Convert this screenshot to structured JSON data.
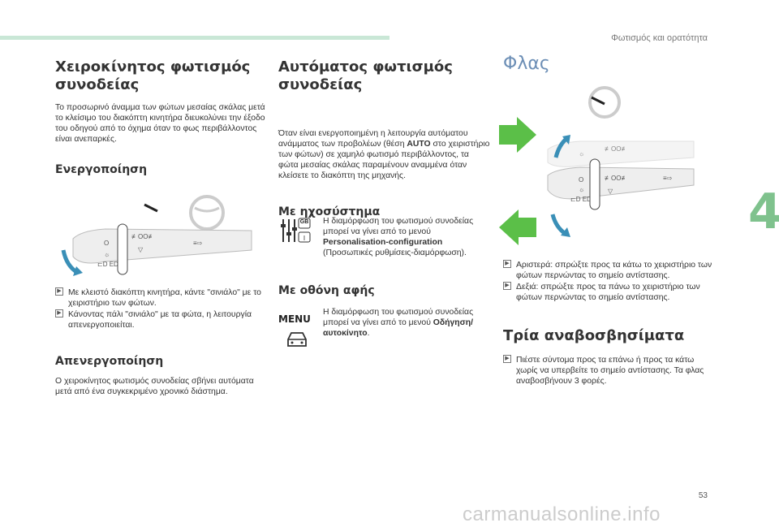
{
  "header": {
    "section_title": "Φωτισμός και ορατότητα"
  },
  "chapter_tab": "4",
  "page_number": "53",
  "watermark": "carmanualsonline.info",
  "col1": {
    "title": "Χειροκίνητος φωτισμός συνοδείας",
    "intro": "Το προσωρινό άναμμα των φώτων μεσαίας σκάλας μετά το κλείσιμο του διακόπτη κινητήρα διευκολύνει την έξοδο του οδηγού από το όχημα όταν το φως περιβάλλοντος είναι ανεπαρκές.",
    "activation_title": "Ενεργοποίηση",
    "bullets": [
      "Με κλειστό διακόπτη κινητήρα, κάντε \"σινιάλο\" με το χειριστήριο των φώτων.",
      "Κάνοντας πάλι \"σινιάλο\" με τα φώτα, η λειτουργία απενεργοποιείται."
    ],
    "deactivation_title": "Απενεργοποίηση",
    "deactivation_text": "Ο χειροκίνητος φωτισμός συνοδείας σβήνει αυτόματα μετά από ένα συγκεκριμένο χρονικό διάστημα."
  },
  "col2": {
    "title": "Αυτόματος φωτισμός συνοδείας",
    "intro_pre": "Όταν είναι ενεργοποιημένη η λειτουργία αυτόματου ανάμματος των προβολέων (θέση ",
    "intro_bold": "AUTO",
    "intro_post": " στο χειριστήριο των φώτων) σε χαμηλό φωτισμό περιβάλλοντος, τα φώτα μεσαίας σκάλας παραμένουν αναμμένα όταν κλείσετε το διακόπτη της μηχανής.",
    "audio_title": "Με ηχοσύστημα",
    "audio_text_pre": "Η διαμόρφωση του φωτισμού συνοδείας μπορεί να γίνει από το μενού ",
    "audio_text_bold": "Personalisation-configuration",
    "audio_text_post": " (Προσωπικές ρυθμίσεις-διαμόρφωση).",
    "gb_label": "GB",
    "touch_title": "Με οθόνη αφής",
    "menu_label": "MENU",
    "touch_text_pre": "Η διαμόρφωση του φωτισμού συνοδείας μπορεί να γίνει από το μενού ",
    "touch_text_bold": "Οδήγηση/αυτοκίνητο",
    "touch_text_post": "."
  },
  "col3": {
    "title": "Φλας",
    "bullets": [
      "Αριστερά: σπρώξτε προς τα κάτω το χειριστήριο των φώτων περνώντας το σημείο αντίστασης.",
      "Δεξιά: σπρώξτε προς τα πάνω το χειριστήριο των φώτων περνώντας το σημείο αντίστασης."
    ],
    "three_title": "Τρία αναβοσβησίματα",
    "three_bullets": [
      "Πιέστε σύντομα προς τα επάνω ή προς τα κάτω χωρίς να υπερβείτε το σημείο αντίστασης. Τα φλας αναβοσβήνουν 3 φορές."
    ]
  },
  "colors": {
    "accent_green": "#5bbf48",
    "title_blue": "#6d8fb6",
    "tab_green": "#7fc28d"
  }
}
